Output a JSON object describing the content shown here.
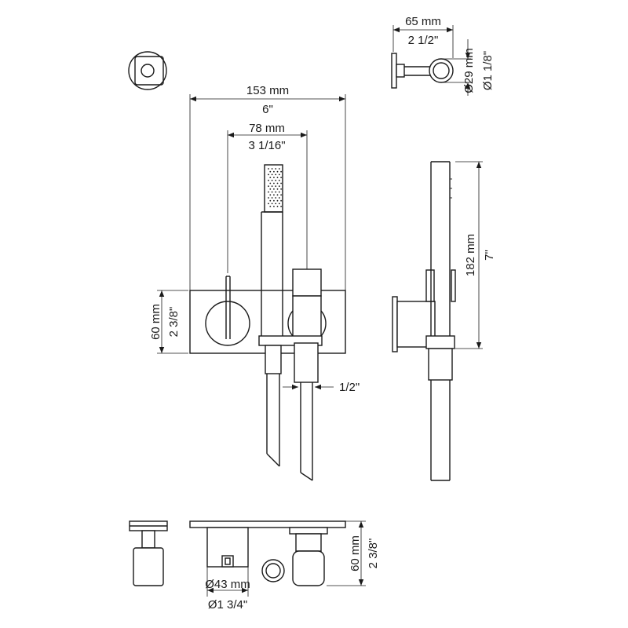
{
  "dimensions": {
    "side_width_mm": "65 mm",
    "side_width_in": "2 1/2\"",
    "side_dia_mm": "Ø29 mm",
    "side_dia_in": "Ø1 1/8\"",
    "total_width_mm": "153 mm",
    "total_width_in": "6\"",
    "inner_width_mm": "78 mm",
    "inner_width_in": "3 1/16\"",
    "plate_height_mm": "60 mm",
    "plate_height_in": "2 3/8\"",
    "hose_thread_in": "1/2\"",
    "shower_height_mm": "182 mm",
    "shower_height_in": "7\"",
    "bottom_height_mm": "60 mm",
    "bottom_height_in": "2 3/8\"",
    "bottom_dia_mm": "Ø43 mm",
    "bottom_dia_in": "Ø1 3/4\""
  }
}
